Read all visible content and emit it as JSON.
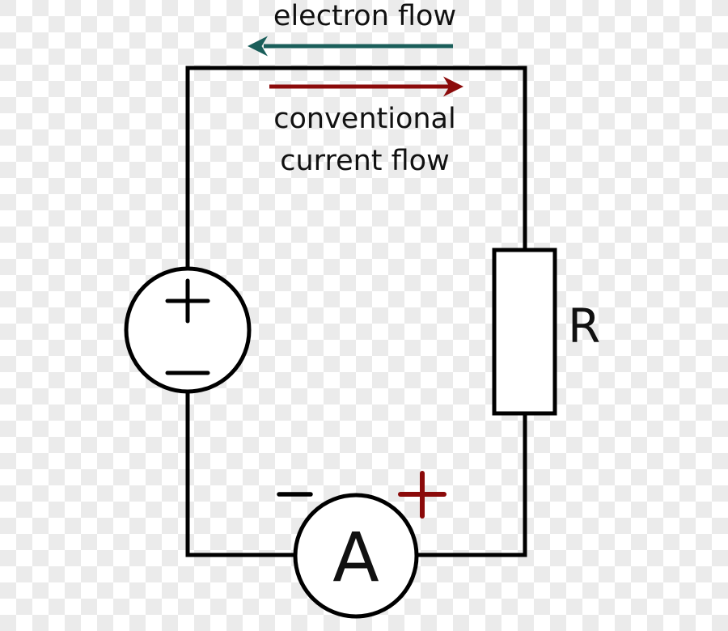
{
  "diagram": {
    "title": "Simple DC circuit: electron flow vs conventional current flow",
    "colors": {
      "wire": "#000000",
      "electron_arrow": "#1a5e5a",
      "current_arrow": "#8b0a0a",
      "ammeter_plus": "#8b0a0a"
    },
    "labels": {
      "electron_flow": "electron flow",
      "conventional_line1": "conventional",
      "conventional_line2": "current flow",
      "resistor": "R",
      "ammeter": "A"
    },
    "components": [
      {
        "type": "voltage-source",
        "polarity_top": "+",
        "polarity_bottom": "−"
      },
      {
        "type": "resistor",
        "label": "R"
      },
      {
        "type": "ammeter",
        "label": "A",
        "left_terminal": "−",
        "right_terminal": "+"
      }
    ],
    "arrows": [
      {
        "name": "electron-flow-arrow",
        "direction": "left"
      },
      {
        "name": "conventional-current-arrow",
        "direction": "right"
      }
    ]
  }
}
